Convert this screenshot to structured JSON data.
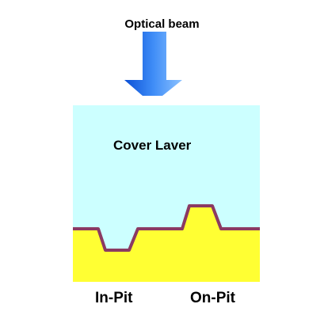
{
  "beam": {
    "label": "Optical beam",
    "arrow_icon": "down-arrow-icon",
    "arrow_colors": [
      "#0a4fd6",
      "#3f8df7",
      "#8cc2ff"
    ]
  },
  "layers": {
    "cover_label": "Cover Laver",
    "cover_color": "#ccffff",
    "substrate_color": "#ffff33",
    "interface_color": "#8b3a62"
  },
  "pits": {
    "in_pit_label": "In-Pit",
    "on_pit_label": "On-Pit"
  }
}
